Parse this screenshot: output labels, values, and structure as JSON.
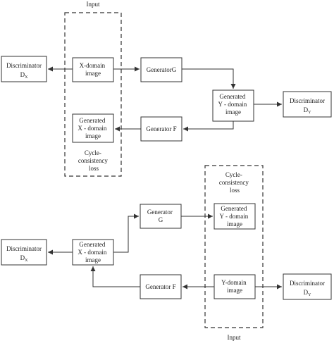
{
  "top": {
    "input_label": "Input",
    "cycle_label": [
      "Cycle-",
      "consistency",
      "loss"
    ],
    "disc_x": {
      "main": "Discriminator",
      "sym": "D",
      "sub": "X"
    },
    "x_image": [
      "X-domain",
      "image"
    ],
    "gen_g": [
      "GeneratorG"
    ],
    "gen_y": [
      "Generated",
      "Y - domain",
      "image"
    ],
    "disc_y": {
      "main": "Discriminator",
      "sym": "D",
      "sub": "Y"
    },
    "gen_x": [
      "Generated",
      "X - domain",
      "image"
    ],
    "gen_f": [
      "Generator F"
    ]
  },
  "bottom": {
    "cycle_label": [
      "Cycle-",
      "consistency",
      "loss"
    ],
    "gen_g": [
      "Generator",
      "G"
    ],
    "gen_y": [
      "Generated",
      "Y - domain",
      "image"
    ],
    "disc_x": {
      "main": "Discriminator",
      "sym": "D",
      "sub": "X"
    },
    "gen_x": [
      "Generated",
      "X - domain",
      "image"
    ],
    "gen_f": [
      "Generator F"
    ],
    "y_image": [
      "Y-domain",
      "image"
    ],
    "disc_y": {
      "main": "Discriminator",
      "sym": "D",
      "sub": "Y"
    },
    "input_label": "Input"
  },
  "colors": {
    "line": "#333333",
    "text": "#222222",
    "background": "#ffffff"
  }
}
